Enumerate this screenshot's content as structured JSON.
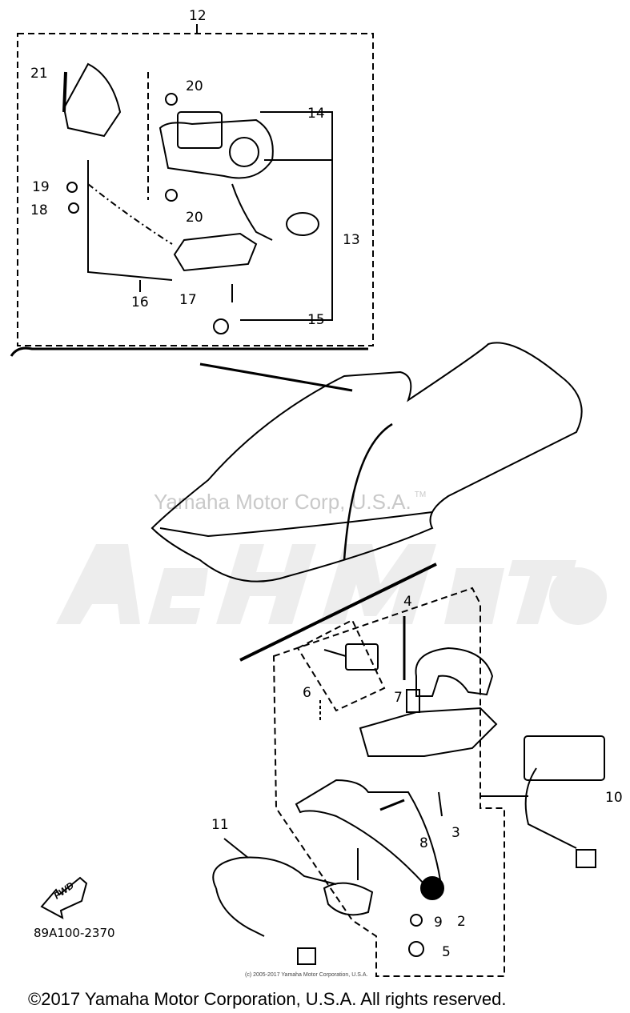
{
  "diagram": {
    "part_labels": [
      "12",
      "21",
      "20",
      "14",
      "19",
      "20",
      "18",
      "13",
      "16",
      "17",
      "15",
      "4",
      "6",
      "7",
      "10",
      "11",
      "8",
      "3",
      "2",
      "9",
      "5"
    ],
    "fwd_label": "FWD",
    "part_number": "89A100-2370",
    "watermark_text": "Yamaha Motor Corp, U.S.A.",
    "watermark_tm": "TM",
    "watermark_logo": "AeHMoTo",
    "small_copyright": "(c) 2005-2017 Yamaha Motor Corporation, U.S.A.",
    "copyright": "©2017 Yamaha Motor Corporation, U.S.A. All rights reserved."
  }
}
